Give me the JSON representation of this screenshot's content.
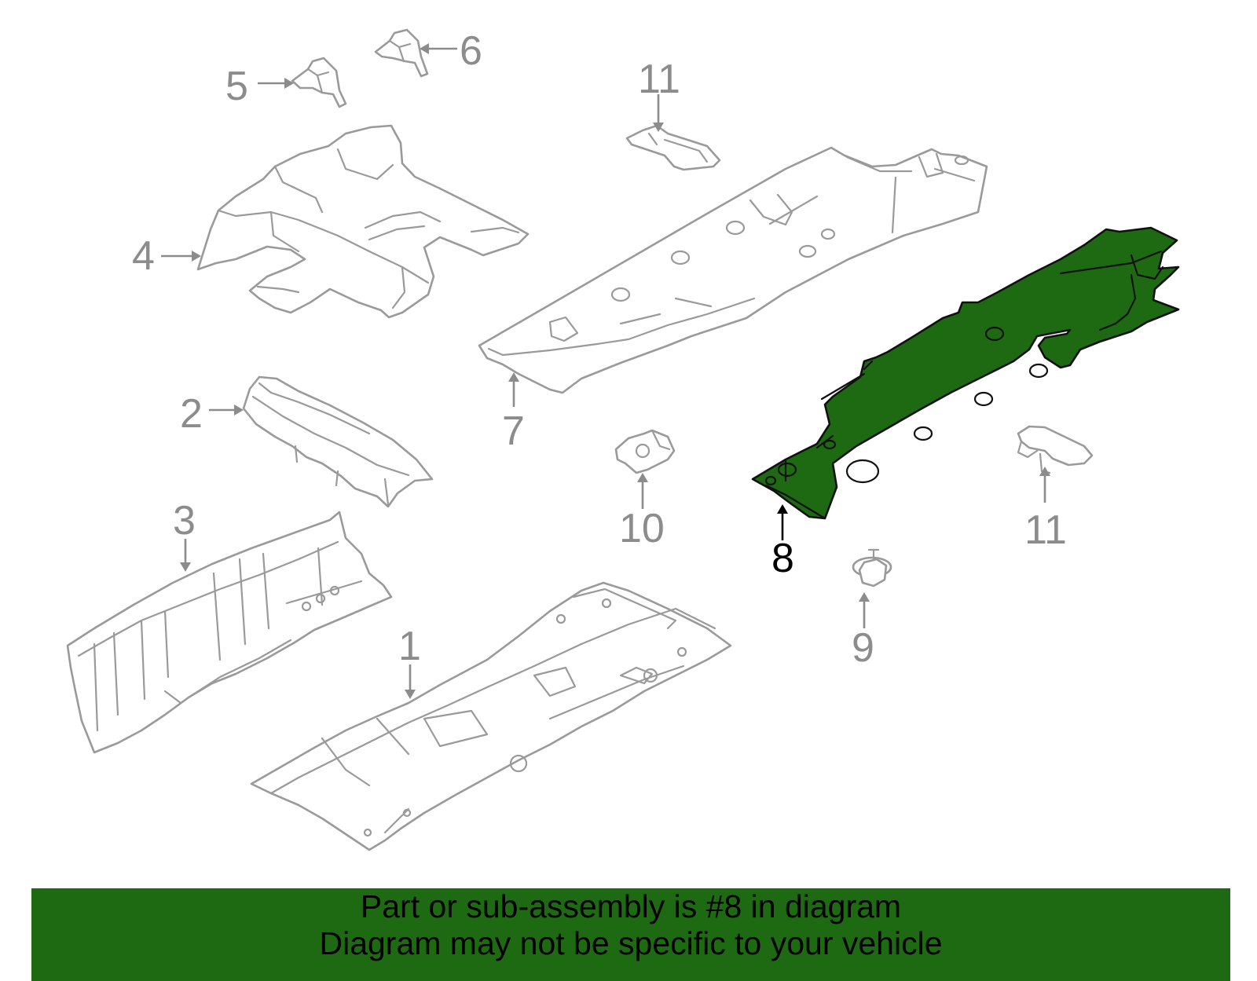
{
  "diagram": {
    "highlight_color": "#1e6a12",
    "line_color": "#9a9a9a",
    "active_label_color": "#000000",
    "callouts": [
      {
        "id": "1",
        "label": "1"
      },
      {
        "id": "2",
        "label": "2"
      },
      {
        "id": "3",
        "label": "3"
      },
      {
        "id": "4",
        "label": "4"
      },
      {
        "id": "5",
        "label": "5"
      },
      {
        "id": "6",
        "label": "6"
      },
      {
        "id": "7",
        "label": "7"
      },
      {
        "id": "8",
        "label": "8"
      },
      {
        "id": "9",
        "label": "9"
      },
      {
        "id": "10",
        "label": "10"
      },
      {
        "id": "11a",
        "label": "11"
      },
      {
        "id": "11b",
        "label": "11"
      }
    ],
    "highlighted_part": "8"
  },
  "banner": {
    "background": "#1e6a12",
    "line1": "Part or sub-assembly is #8 in diagram",
    "line2": "Diagram may not be specific to your vehicle"
  }
}
